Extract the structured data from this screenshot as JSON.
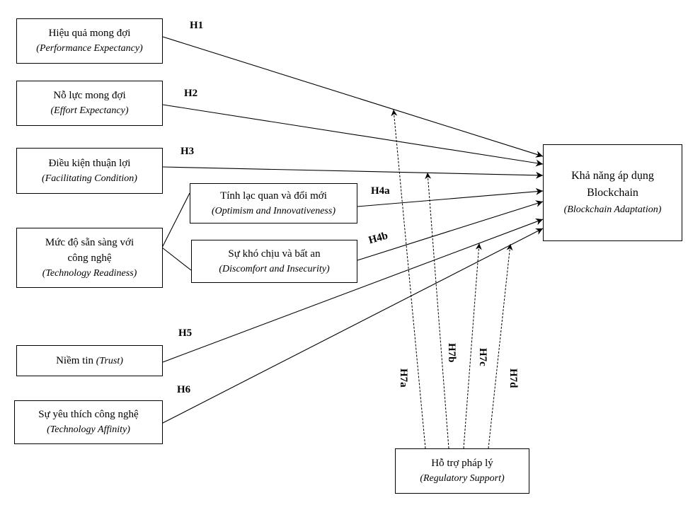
{
  "nodes": {
    "pe": {
      "vi": "Hiệu quả mong đợi",
      "en": "(Performance Expectancy)"
    },
    "ee": {
      "vi": "Nỗ lực mong đợi",
      "en": "(Effort Expectancy)"
    },
    "fc": {
      "vi": "Điều kiện thuận lợi",
      "en": "(Facilitating Condition)"
    },
    "tr": {
      "vi_line1": "Mức độ sẵn sàng với",
      "vi_line2": "công nghệ",
      "en": "(Technology Readiness)"
    },
    "oi": {
      "vi": "Tính lạc quan và đổi mới",
      "en": "(Optimism and Innovativeness)"
    },
    "di": {
      "vi": "Sự khó chịu và bất an",
      "en": "(Discomfort and Insecurity)"
    },
    "trust": {
      "vi": "Niềm tin",
      "en": "(Trust)"
    },
    "ta": {
      "vi": "Sự yêu thích công nghệ",
      "en": "(Technology Affinity)"
    },
    "ba": {
      "vi_line1": "Khả năng áp dụng",
      "vi_line2": "Blockchain",
      "en": "(Blockchain Adaptation)"
    },
    "rs": {
      "vi": "Hỗ trợ pháp lý",
      "en": "(Regulatory Support)"
    }
  },
  "hypotheses": {
    "h1": "H1",
    "h2": "H2",
    "h3": "H3",
    "h4a": "H4a",
    "h4b": "H4b",
    "h5": "H5",
    "h6": "H6",
    "h7a": "H7a",
    "h7b": "H7b",
    "h7c": "H7c",
    "h7d": "H7d"
  }
}
